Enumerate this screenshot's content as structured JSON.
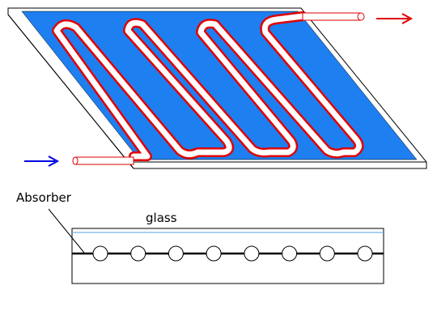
{
  "labels": {
    "absorber": "Absorber",
    "glass": "glass"
  },
  "colors": {
    "absorber_plate": "#1e7ff0",
    "pipe_outline": "#e00000",
    "inlet_arrow": "#0000e0",
    "outlet_arrow": "#e00000",
    "glass_line": "#4fa3e0",
    "frame": "#000000"
  },
  "cross_section": {
    "tube_count": 8
  },
  "icons": {
    "inlet": "arrow-right-icon",
    "outlet": "arrow-right-icon"
  }
}
